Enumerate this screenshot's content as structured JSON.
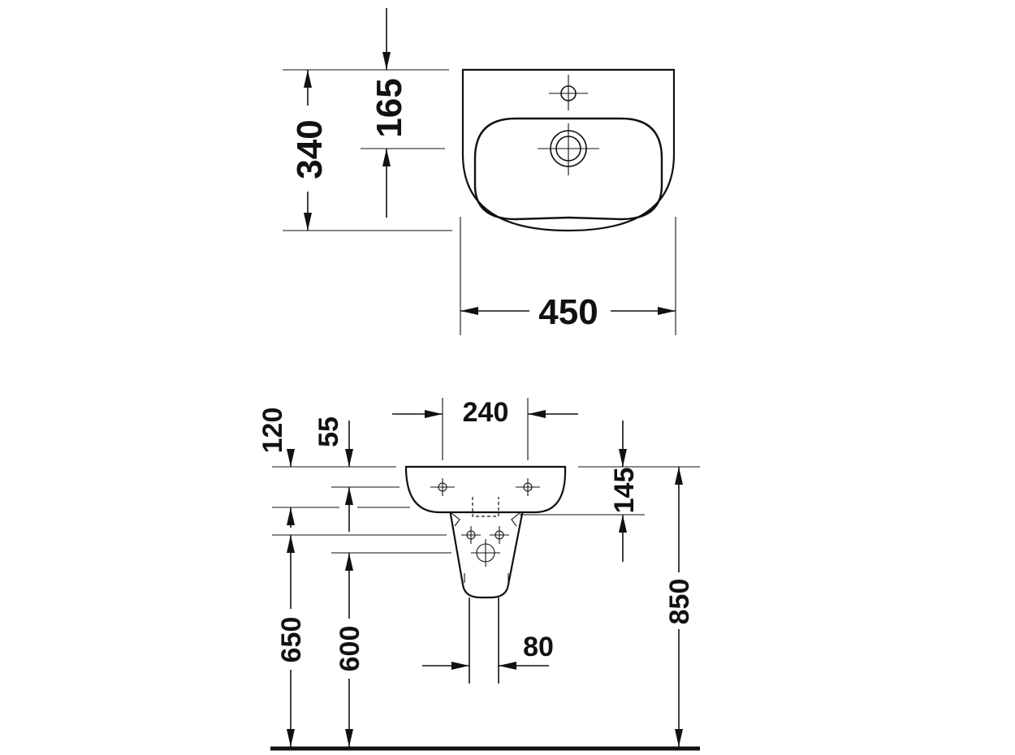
{
  "top_view": {
    "depth_total": "340",
    "depth_to_tap": "165",
    "width": "450"
  },
  "side_view": {
    "center_distance": "240",
    "top_offset": "120",
    "tap_offset": "55",
    "rim_to_fixing": "145",
    "rim_height": "850",
    "fixing_height": "650",
    "waste_height": "600",
    "pedestal_width": "80"
  }
}
